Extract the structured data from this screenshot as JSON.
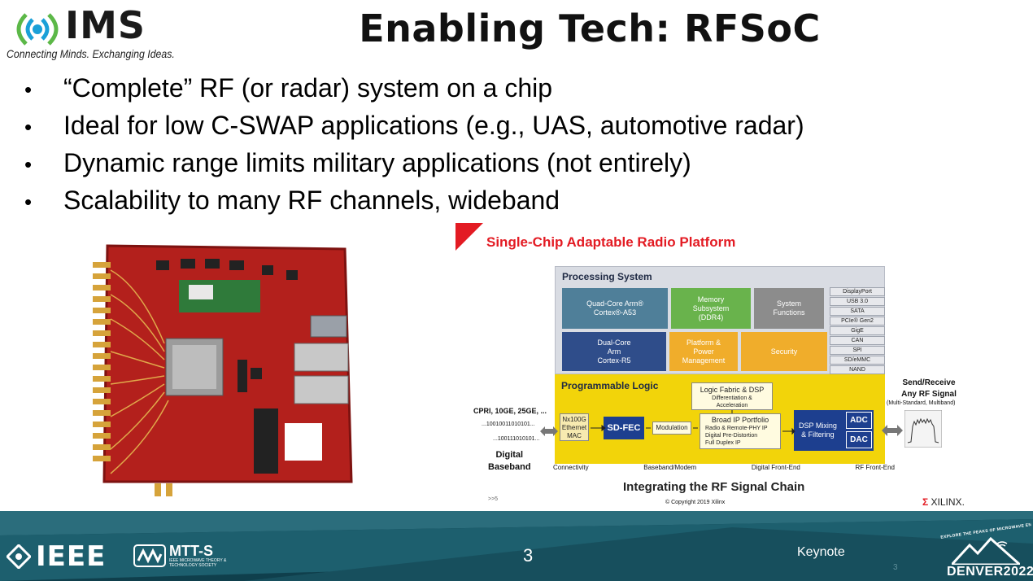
{
  "header": {
    "logo_text": "IMS",
    "tagline": "Connecting Minds. Exchanging Ideas.",
    "title": "Enabling Tech: RFSoC"
  },
  "bullets": [
    "“Complete” RF (or radar) system on a chip",
    "Ideal for low C-SWAP applications (e.g., UAS, automotive radar)",
    "Dynamic range limits military applications (not entirely)",
    "Scalability to many RF channels, wideband"
  ],
  "diagram": {
    "title": "Single-Chip Adaptable Radio Platform",
    "processing_system": {
      "label": "Processing System",
      "blocks": {
        "quad_core": [
          "Quad-Core Arm®",
          "Cortex®-A53"
        ],
        "memory": [
          "Memory",
          "Subsystem",
          "(DDR4)"
        ],
        "system_functions": [
          "System",
          "Functions"
        ],
        "dual_core": [
          "Dual-Core",
          "Arm",
          "Cortex-R5"
        ],
        "platform_power": [
          "Platform &",
          "Power",
          "Management"
        ],
        "security": "Security"
      },
      "io": [
        "DisplayPort",
        "USB 3.0",
        "SATA",
        "PCIe® Gen2",
        "GigE",
        "CAN",
        "SPI",
        "SD/eMMC",
        "NAND"
      ]
    },
    "programmable_logic": {
      "label": "Programmable Logic",
      "logic_fabric": "Logic Fabric & DSP",
      "logic_fabric_sub": [
        "Differentiation &",
        "Acceleration"
      ],
      "ethernet": [
        "Nx100G",
        "Ethernet",
        "MAC"
      ],
      "sd_fec": "SD-FEC",
      "modulation": "Modulation",
      "broad_ip": "Broad IP Portfolio",
      "broad_ip_items": [
        "Radio & Remote-PHY IP",
        "Digital Pre-Distortion",
        "Full Duplex IP"
      ],
      "dsp": [
        "DSP Mixing",
        "& Filtering"
      ],
      "adc": "ADC",
      "dac": "DAC"
    },
    "left": {
      "protocols": "CPRI, 10GE, 25GE, ...",
      "bits1": "...10010011010101...",
      "bits2": "...100111010101...",
      "baseband": [
        "Digital",
        "Baseband"
      ]
    },
    "right": {
      "send": [
        "Send/Receive",
        "Any RF Signal"
      ],
      "sub": "(Multi-Standard, Multiband)"
    },
    "stages": [
      "Connectivity",
      "Baseband/Modem",
      "Digital Front-End",
      "RF Front-End"
    ],
    "bottom_title": "Integrating the RF Signal Chain",
    "copyright": "© Copyright 2019 Xilinx",
    "page_ref": ">>5",
    "brand": "XILINX."
  },
  "footer": {
    "ieee": "IEEE",
    "mtts": "MTT-S",
    "mtts_sub": [
      "IEEE MICROWAVE THEORY &",
      "TECHNOLOGY SOCIETY"
    ],
    "page_number": "3",
    "keynote": "Keynote",
    "small_number": "3",
    "denver": "DENVER2022",
    "denver_arc": "EXPLORE THE PEAKS OF MICROWAVE ENGINEERING"
  },
  "colors": {
    "ims_blue": "#1aa0d8",
    "ims_green": "#5cb848",
    "accent_red": "#e31b23",
    "footer_teal": "#1d5f6e",
    "footer_dark": "#0f3f4c"
  }
}
